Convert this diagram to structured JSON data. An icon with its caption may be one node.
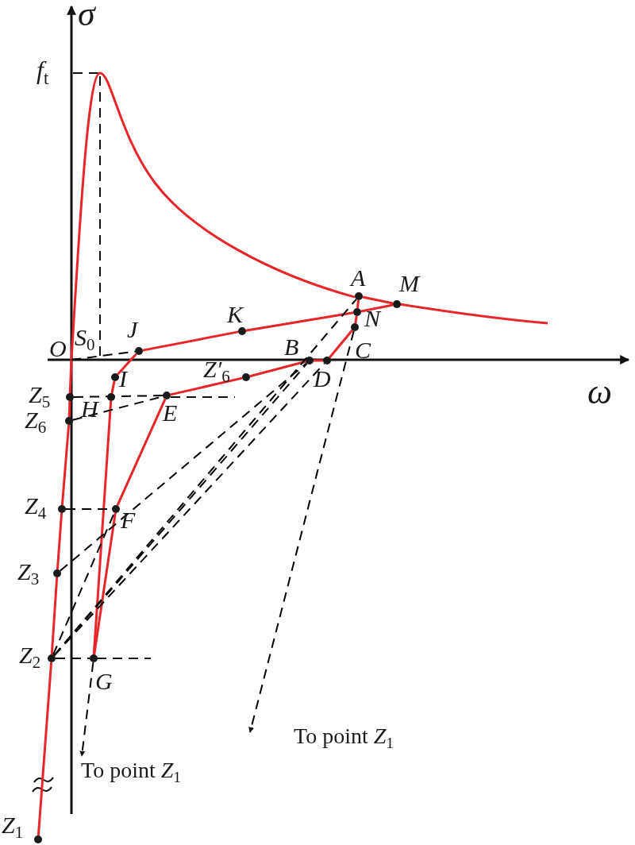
{
  "diagram": {
    "nodes": [
      {
        "text": [
          "O"
        ]
      },
      {
        "text": [
          "A"
        ]
      },
      {
        "text": [
          "M"
        ]
      },
      {
        "text": [
          "K"
        ]
      },
      {
        "text": [
          "N"
        ]
      },
      {
        "text": [
          "J"
        ]
      },
      {
        "text": [
          "C"
        ]
      },
      {
        "text": [
          "B"
        ]
      },
      {
        "text": [
          "D"
        ]
      },
      {
        "text": [
          "Z′$_{6}$"
        ]
      },
      {
        "text": [
          "I"
        ]
      },
      {
        "text": [
          "Z$_{5}$"
        ]
      },
      {
        "text": [
          "H"
        ]
      },
      {
        "text": [
          "E"
        ]
      },
      {
        "text": [
          "Z$_{6}$"
        ]
      },
      {
        "text": [
          "Z$_{4}$"
        ]
      },
      {
        "text": [
          "F"
        ]
      },
      {
        "text": [
          "Z$_{3}$"
        ]
      },
      {
        "text": [
          "Z$_{2}$"
        ]
      },
      {
        "text": [
          "G"
        ]
      },
      {
        "text": [
          "Z$_{1}$"
        ]
      },
      {
        "text": [
          "To point *Z*$_{1}$"
        ]
      },
      {
        "text": [
          "To point *Z*$_{1}$"
        ]
      }
    ],
    "edges": [
      {
        "from": 20,
        "to": 18,
        "arrow": "none"
      },
      {
        "from": 18,
        "to": 17,
        "arrow": "none"
      },
      {
        "from": 17,
        "to": 15,
        "arrow": "none"
      },
      {
        "from": 15,
        "to": 14,
        "arrow": "none"
      },
      {
        "from": 14,
        "to": 11,
        "arrow": "none"
      },
      {
        "from": 11,
        "to": 0,
        "arrow": "none"
      },
      {
        "from": 0,
        "to": 1,
        "arrow": "none"
      },
      {
        "from": 1,
        "to": 2,
        "arrow": "none"
      },
      {
        "from": 19,
        "to": 12,
        "arrow": "none"
      },
      {
        "from": 12,
        "to": 10,
        "arrow": "none"
      },
      {
        "from": 10,
        "to": 5,
        "arrow": "none"
      },
      {
        "from": 5,
        "to": 3,
        "arrow": "none"
      },
      {
        "from": 3,
        "to": 4,
        "arrow": "none"
      },
      {
        "from": 4,
        "to": 2,
        "arrow": "none"
      },
      {
        "from": 1,
        "to": 4,
        "arrow": "none"
      },
      {
        "from": 4,
        "to": 6,
        "arrow": "none"
      },
      {
        "from": 6,
        "to": 8,
        "arrow": "none"
      },
      {
        "from": 8,
        "to": 7,
        "arrow": "none"
      },
      {
        "from": 7,
        "to": 9,
        "arrow": "none"
      },
      {
        "from": 9,
        "to": 13,
        "arrow": "none"
      },
      {
        "from": 13,
        "to": 16,
        "arrow": "none"
      },
      {
        "from": 16,
        "to": 19,
        "arrow": "none"
      },
      {
        "from": 0,
        "to": 5,
        "arrow": "none",
        "style": "dashed",
        "color": "#000000"
      },
      {
        "from": 11,
        "to": 13,
        "arrow": "none",
        "style": "dashed",
        "color": "#000000"
      },
      {
        "from": 14,
        "to": 13,
        "arrow": "none",
        "style": "dashed",
        "color": "#000000"
      },
      {
        "from": 15,
        "to": 16,
        "arrow": "none",
        "style": "dashed",
        "color": "#000000"
      },
      {
        "from": 18,
        "to": 19,
        "arrow": "none",
        "style": "dashed",
        "color": "#000000"
      },
      {
        "from": 17,
        "to": 7,
        "arrow": "none",
        "style": "dashed",
        "color": "#000000"
      },
      {
        "from": 18,
        "to": 16,
        "arrow": "none",
        "style": "dashed",
        "color": "#000000"
      },
      {
        "from": 18,
        "to": 7,
        "arrow": "none",
        "style": "dashed",
        "color": "#000000"
      },
      {
        "from": 18,
        "to": 8,
        "arrow": "none",
        "style": "dashed",
        "color": "#000000"
      },
      {
        "from": 18,
        "to": 1,
        "arrow": "none",
        "style": "dashed",
        "color": "#000000"
      },
      {
        "from": 6,
        "to": 22,
        "arrow": "to",
        "style": "dashed",
        "color": "#000000"
      },
      {
        "from": 19,
        "to": 21,
        "arrow": "to",
        "style": "dashed",
        "color": "#000000"
      }
    ],
    "labels": [
      "σ",
      "f$_{t}$",
      "S$_{0}$",
      "ω"
    ]
  }
}
